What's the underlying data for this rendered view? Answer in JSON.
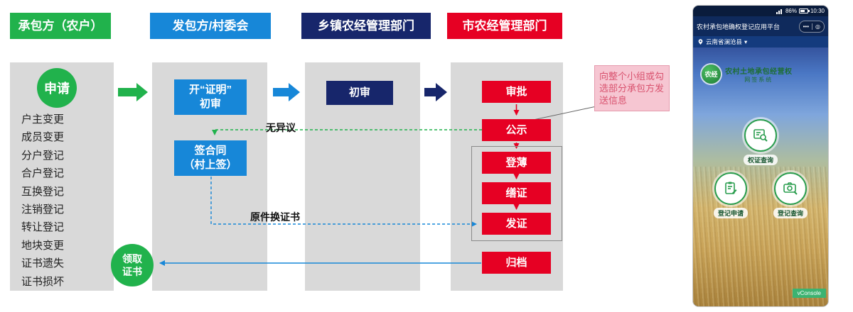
{
  "colors": {
    "green": "#21B24C",
    "blue": "#1787D8",
    "navy": "#17266B",
    "red": "#E60023",
    "panel-gray": "#D9D9D9",
    "pink-bg": "#F6C6D2",
    "pink-text": "#D9536F",
    "app-green": "#2A9D4E"
  },
  "flowchart": {
    "headers": [
      {
        "label": "承包方（农户）"
      },
      {
        "label": "发包方/村委会"
      },
      {
        "label": "乡镇农经管理部门"
      },
      {
        "label": "市农经管理部门"
      }
    ],
    "apply_label": "申请",
    "receive_label_line1": "领取",
    "receive_label_line2": "证书",
    "application_types": [
      "户主变更",
      "成员变更",
      "分户登记",
      "合户登记",
      "互换登记",
      "注销登记",
      "转让登记",
      "地块变更",
      "证书遗失",
      "证书损坏"
    ],
    "village_steps": [
      {
        "line1": "开“证明”",
        "line2": "初审"
      },
      {
        "line1": "签合同",
        "line2": "（村上签）"
      }
    ],
    "township_step": "初审",
    "city_steps": [
      "审批",
      "公示",
      "登薄",
      "缮证",
      "发证",
      "归档"
    ],
    "edge_labels": {
      "no_objection": "无异议",
      "original_for_certificate": "原件换证书"
    },
    "annotation_note": "向整个小组或勾选部分承包方发送信息"
  },
  "phone": {
    "status_bar": {
      "battery": "86%",
      "time": "10:30"
    },
    "app_title": "农村承包地确权登记应用平台",
    "capsule": {
      "more": "•••",
      "home": "◎"
    },
    "location": {
      "text": "云南省澜沧县",
      "chevron": "▾"
    },
    "logo": {
      "badge": "农经",
      "title": "农村土地承包经营权",
      "subtitle": "网签系统"
    },
    "buttons": [
      {
        "label": "权证查询"
      },
      {
        "label": "登记申请"
      },
      {
        "label": "登记查询"
      }
    ],
    "vconsole_label": "vConsole"
  }
}
